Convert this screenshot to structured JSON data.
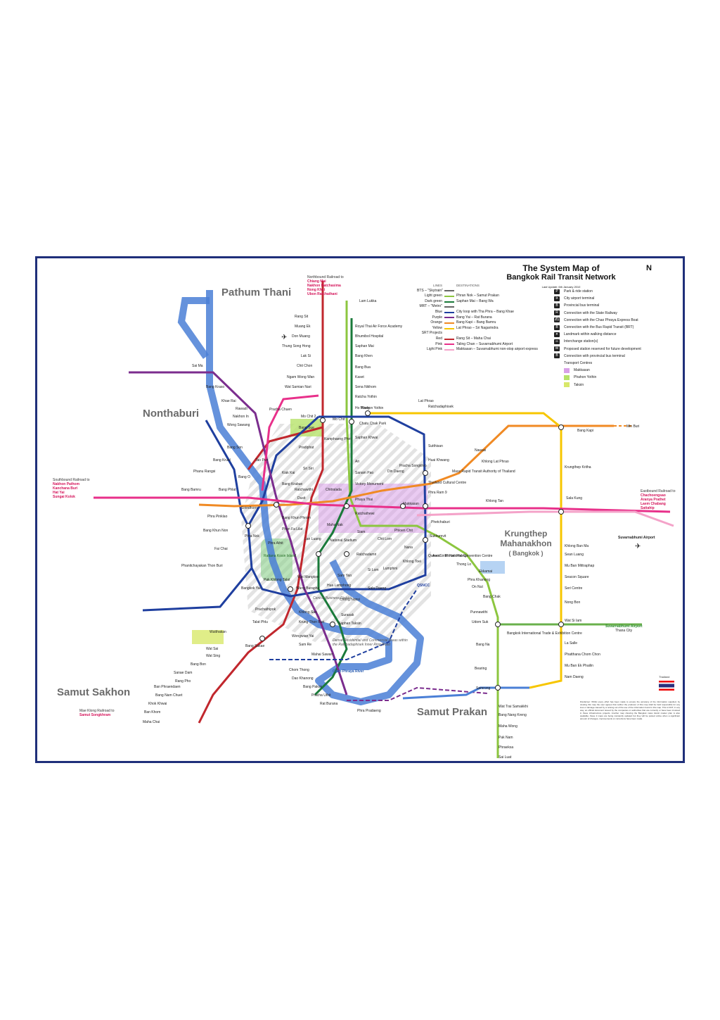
{
  "title": {
    "line1": "The System Map of",
    "line2": "Bangkok Rail Transit Network",
    "updated": "Last Update: 6th January 2010"
  },
  "compass": "N",
  "regions": {
    "pathum_thani": "Pathum Thani",
    "nonthaburi": "Nonthaburi",
    "krungthep": "Krungthep Mahanakhon",
    "bangkok": "( Bangkok )",
    "samut_sakhon": "Samut Sakhon",
    "samut_prakan": "Samut Prakan"
  },
  "legend": {
    "lines_header": "LINES",
    "destinations_header": "DESTINATIONS",
    "rows": [
      {
        "color_name": "BTS – \"Skytrain\"",
        "color": "#666666",
        "dest": ""
      },
      {
        "color_name": "Light green",
        "color": "#8cc63f",
        "dest": "Phran Nok – Samut Prakan"
      },
      {
        "color_name": "Dark green",
        "color": "#1a7a3a",
        "dest": "Saphan Mai – Bang Wa"
      },
      {
        "color_name": "MRT – \"Metro\"",
        "color": "#666666",
        "dest": ""
      },
      {
        "color_name": "Blue",
        "color": "#1f3f9f",
        "dest": "City loop with Tha Phra – Bang Khae"
      },
      {
        "color_name": "Purple",
        "color": "#7b2d8e",
        "dest": "Bang Yai – Rat Burana"
      },
      {
        "color_name": "Orange",
        "color": "#f08a24",
        "dest": "Bang Kapi – Bang Bamru"
      },
      {
        "color_name": "Yellow",
        "color": "#f7c600",
        "dest": "Lat Phrao – Sri Nagarindra"
      },
      {
        "color_name": "SRT Projects",
        "color": "#ffffff",
        "dest": ""
      },
      {
        "color_name": "Red",
        "color": "#c1272d",
        "dest": "Rang Sit – Maha Chai"
      },
      {
        "color_name": "Pink",
        "color": "#e8308a",
        "dest": "Taling Chan – Suvarnabhumi Airport"
      },
      {
        "color_name": "Light Pink",
        "color": "#f4a3c9",
        "dest": "Makkasan – Suvarnabhumi non-stop airport express"
      }
    ],
    "symbols": [
      {
        "icon": "P",
        "label": "Park & ride station"
      },
      {
        "icon": "✈",
        "label": "City airport terminal"
      },
      {
        "icon": "B",
        "label": "Provincial bus terminal"
      },
      {
        "icon": "R",
        "label": "Connection with the State Railway"
      },
      {
        "icon": "⛴",
        "label": "Connection with the Chao Phraya Express Boat"
      },
      {
        "icon": "B",
        "label": "Connection with the Bus Rapid Transit (BRT)"
      },
      {
        "icon": "✦",
        "label": "Landmark within walking distance"
      },
      {
        "icon": "∞",
        "label": "Interchange station(s)"
      },
      {
        "icon": "W",
        "label": "Proposed station reserved for future development"
      },
      {
        "icon": "B",
        "label": "Connection with provincial bus terminal"
      },
      {
        "icon": "",
        "label": "Transport Centres"
      }
    ],
    "centres": [
      {
        "label": "Makkasan",
        "color": "#d9a0e8"
      },
      {
        "label": "Phahon Yothin",
        "color": "#b6e26a"
      },
      {
        "label": "Taksin",
        "color": "#d8e86a"
      }
    ]
  },
  "notes": {
    "northbound_title": "Northbound Railroad to",
    "northbound_dest": [
      "Chiang Mai",
      "Nakhon Ratchasima",
      "Nong Khai",
      "Ubon Ratchathani"
    ],
    "southbound_title": "Southbound Railroad to",
    "southbound_dest": [
      "Nakhon Pathom",
      "Kanchana Buri",
      "Hat Yai",
      "Sungai Kolok"
    ],
    "eastbound_title": "Eastbound Railroad to",
    "eastbound_dest": [
      "Chachoengsao",
      "Aranya Prathet",
      "Laem Chabang",
      "Sattahip"
    ],
    "maeklong_title": "Mae Klong Railroad to",
    "maeklong_dest": "Samut Songkhram",
    "suvarnabhumi_airport": "Suvarnabhumi Airport",
    "suvarnabhumi_airport2": "Suvarnabhumi Airport",
    "cbd": "Central Business District",
    "dense": "Dense Residential and Commercial Areas within the Ratchadaphisek Inner Ring Road",
    "rattana": "Rattana Kosin Island",
    "river": "Chao Phraya River",
    "qsncc": "QSNCC",
    "thailand": "Thailand"
  },
  "stations": [
    {
      "name": "Rang Sit"
    },
    {
      "name": "Muang Ek"
    },
    {
      "name": "Don Muang"
    },
    {
      "name": "Thung Song Hong"
    },
    {
      "name": "Lak Si"
    },
    {
      "name": "Chit Chon"
    },
    {
      "name": "Ngam Wong Wan"
    },
    {
      "name": "Wat Samian Nari"
    },
    {
      "name": "Lam Lukka"
    },
    {
      "name": "Royal Thai Air Force Academy"
    },
    {
      "name": "Bhumibol Hospital"
    },
    {
      "name": "Saphan Mai"
    },
    {
      "name": "Bang Khen"
    },
    {
      "name": "Bang Bua"
    },
    {
      "name": "Kaset"
    },
    {
      "name": "Sena Nikhom"
    },
    {
      "name": "Ratcha Yothin"
    },
    {
      "name": "Ho Wang"
    },
    {
      "name": "Mo Chit 2"
    },
    {
      "name": "Mo Chit"
    },
    {
      "name": "Bang Sue"
    },
    {
      "name": "Chatu Chak Park"
    },
    {
      "name": "Kamphaeng Phet"
    },
    {
      "name": "Saphan Khwai"
    },
    {
      "name": "Pradiphat"
    },
    {
      "name": "Ari"
    },
    {
      "name": "Sanam Pao"
    },
    {
      "name": "Victory Monument"
    },
    {
      "name": "Phaya Thai"
    },
    {
      "name": "Ratchathewi"
    },
    {
      "name": "Makkasan"
    },
    {
      "name": "Phetchaburi"
    },
    {
      "name": "Sai Ma"
    },
    {
      "name": "Bang Kraso"
    },
    {
      "name": "Khae Rai"
    },
    {
      "name": "Rawadi"
    },
    {
      "name": "Nakhon In"
    },
    {
      "name": "Wong Sawang"
    },
    {
      "name": "Pracha Chuen"
    },
    {
      "name": "Bang Son"
    },
    {
      "name": "Tao Pun"
    },
    {
      "name": "Bang Krual"
    },
    {
      "name": "Phanu Rangsi"
    },
    {
      "name": "Bang Bamru"
    },
    {
      "name": "Bang O"
    },
    {
      "name": "Bang Phlat"
    },
    {
      "name": "Sirindhorn"
    },
    {
      "name": "Phra Pinklao"
    },
    {
      "name": "Bang Khun Non"
    },
    {
      "name": "Fai Chai"
    },
    {
      "name": "Phra Nok"
    },
    {
      "name": "Phanitchayakan Thon Buri"
    },
    {
      "name": "Bangkok Yai"
    },
    {
      "name": "Kiak Kai"
    },
    {
      "name": "Bang Krabue"
    },
    {
      "name": "Sri Siri"
    },
    {
      "name": "Ratchawithi"
    },
    {
      "name": "Chitralada"
    },
    {
      "name": "Dusit"
    },
    {
      "name": "Bang Khun Phrom"
    },
    {
      "name": "Phan Fa Lilat"
    },
    {
      "name": "Maha Nak"
    },
    {
      "name": "Lan Luang"
    },
    {
      "name": "National Stadium"
    },
    {
      "name": "Siam"
    },
    {
      "name": "Chit Lom"
    },
    {
      "name": "Phloen Chit"
    },
    {
      "name": "Nana"
    },
    {
      "name": "Sukhumvit"
    },
    {
      "name": "Asok"
    },
    {
      "name": "Ratchadamri"
    },
    {
      "name": "Si Lom"
    },
    {
      "name": "Sam Yan"
    },
    {
      "name": "Hua Lamphong"
    },
    {
      "name": "Wang Burapha"
    },
    {
      "name": "Wat Mangkon"
    },
    {
      "name": "Pak Khlong Talat"
    },
    {
      "name": "Phra Athit"
    },
    {
      "name": "Sala Daeng"
    },
    {
      "name": "Lumphini"
    },
    {
      "name": "Khlong Toei"
    },
    {
      "name": "Chong Nonsi"
    },
    {
      "name": "Surasak"
    },
    {
      "name": "Saphan Taksin"
    },
    {
      "name": "Krung Thon Buri"
    },
    {
      "name": "Khlong San"
    },
    {
      "name": "Wongwian Yai"
    },
    {
      "name": "Prachathipok"
    },
    {
      "name": "Talat Phlu"
    },
    {
      "name": "Sam Re"
    },
    {
      "name": "Mahai Sawan"
    },
    {
      "name": "Chom Thong"
    },
    {
      "name": "Dao Khanong"
    },
    {
      "name": "Bang Pakok"
    },
    {
      "name": "Pracha Uthit"
    },
    {
      "name": "Rat Burana"
    },
    {
      "name": "Phra Pradaeng"
    },
    {
      "name": "Wat Sai"
    },
    {
      "name": "Wat Sing"
    },
    {
      "name": "Bang Bon"
    },
    {
      "name": "Sanae Dam"
    },
    {
      "name": "Rang Pho"
    },
    {
      "name": "Ban Phraendaen"
    },
    {
      "name": "Bang Nam Chuet"
    },
    {
      "name": "Khok Khwai"
    },
    {
      "name": "Ban Khom"
    },
    {
      "name": "Maha Chai"
    },
    {
      "name": "Wutthakan"
    },
    {
      "name": "Bang Sakae"
    },
    {
      "name": "Ratchadaphisek"
    },
    {
      "name": "Sutthisan"
    },
    {
      "name": "Huai Khwang"
    },
    {
      "name": "Thailand Cultural Centre"
    },
    {
      "name": "Phra Ram 9"
    },
    {
      "name": "Din Daeng"
    },
    {
      "name": "Pracha Songkhro"
    },
    {
      "name": "Khlong Tan"
    },
    {
      "name": "Phrom Phong"
    },
    {
      "name": "Thong Lo"
    },
    {
      "name": "Ekkamai"
    },
    {
      "name": "Phra Khanong"
    },
    {
      "name": "On Nut"
    },
    {
      "name": "Bang Chak"
    },
    {
      "name": "Punnawithi"
    },
    {
      "name": "Udom Suk"
    },
    {
      "name": "Bang Na"
    },
    {
      "name": "Bearing"
    },
    {
      "name": "Samrong"
    },
    {
      "name": "Wat Trai Samakkhi"
    },
    {
      "name": "Bang Nang Kreng"
    },
    {
      "name": "Maha Wong"
    },
    {
      "name": "Pak Nam"
    },
    {
      "name": "Phraeksa"
    },
    {
      "name": "Sai Luat"
    },
    {
      "name": "Lat Phrao"
    },
    {
      "name": "Bang Kapi"
    },
    {
      "name": "Min Buri"
    },
    {
      "name": "Krungthep Kritha"
    },
    {
      "name": "Khlong Ban Ma"
    },
    {
      "name": "Sean Luang"
    },
    {
      "name": "Mu Ban Mittraphap"
    },
    {
      "name": "Seacon Square"
    },
    {
      "name": "Seri Centre"
    },
    {
      "name": "Nong Bon"
    },
    {
      "name": "Wat Si Iam"
    },
    {
      "name": "Thana City"
    },
    {
      "name": "La Salle"
    },
    {
      "name": "Phatthana Chom Chon"
    },
    {
      "name": "Mu Ban Ek Phailin"
    },
    {
      "name": "Nam Daeng"
    },
    {
      "name": "Nawasi"
    },
    {
      "name": "Khlong Lat Phrao"
    },
    {
      "name": "Mass Rapid Transit Authority of Thailand"
    },
    {
      "name": "Queen Sirikit National Convention Centre"
    },
    {
      "name": "Bangkok International Trade & Exhibition Centre"
    },
    {
      "name": "Phahon Yothin"
    },
    {
      "name": "Sala Kung"
    }
  ],
  "disclaimer": "Disclaimer: Whilst every effort has been made to ensure the accuracy of the information supplied, by viewing this map the user agrees that neither the producer of this map shall be held responsible for any loss or damage caused by or arising out of the use of the information found in this map. This is NOT, in any way, an official document issued by the companies or authorities that are currently or have been involved in these infrastructure projects. Another map showing the Bangkok mass transit master plan is also available; these 2 maps are being constantly updated but they will be posted online when a significant amount of changes, improvements or corrections have been made."
}
